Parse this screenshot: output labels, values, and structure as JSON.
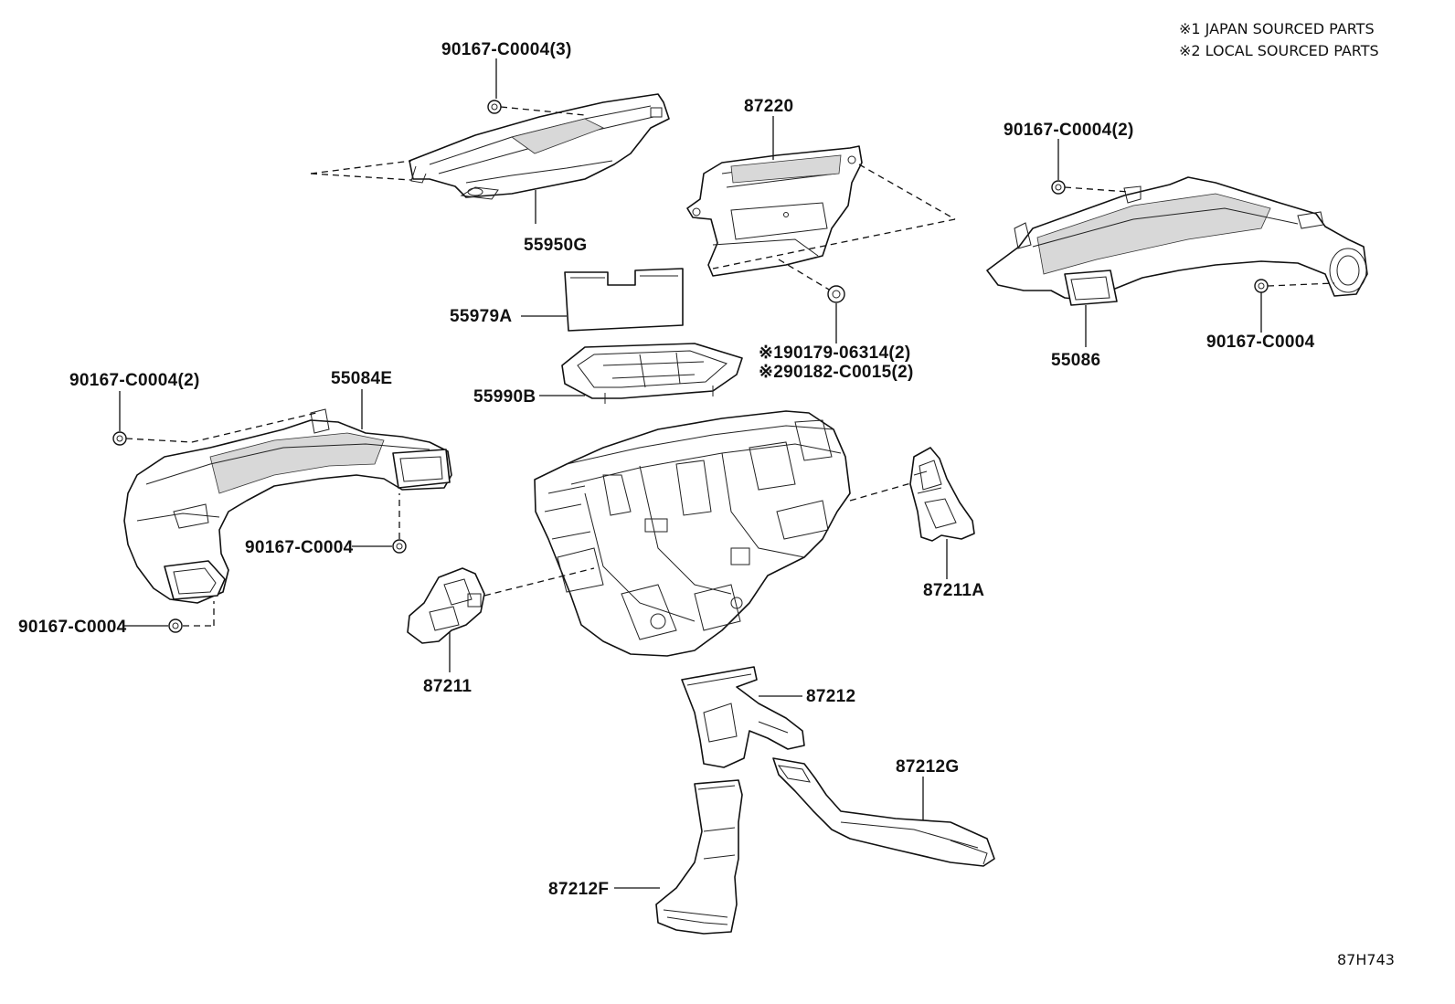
{
  "notes": {
    "note1": "※1 JAPAN SOURCED PARTS",
    "note2": "※2 LOCAL SOURCED PARTS"
  },
  "diagram_code": "87H743",
  "labels": {
    "p55950g_screw": "90167-C0004(3)",
    "p55950g": "55950G",
    "p87220": "87220",
    "p55086_screw_top": "90167-C0004(2)",
    "p55086": "55086",
    "p55086_screw": "90167-C0004",
    "p55979a": "55979A",
    "p55990b": "55990B",
    "clip1": "※190179-06314(2)",
    "clip2": "※290182-C0015(2)",
    "p55084e_screw_top": "90167-C0004(2)",
    "p55084e": "55084E",
    "p55084e_screw_mid": "90167-C0004",
    "p55084e_screw_low": "90167-C0004",
    "p87211a": "87211A",
    "p87211": "87211",
    "p87212": "87212",
    "p87212g": "87212G",
    "p87212f": "87212F"
  }
}
